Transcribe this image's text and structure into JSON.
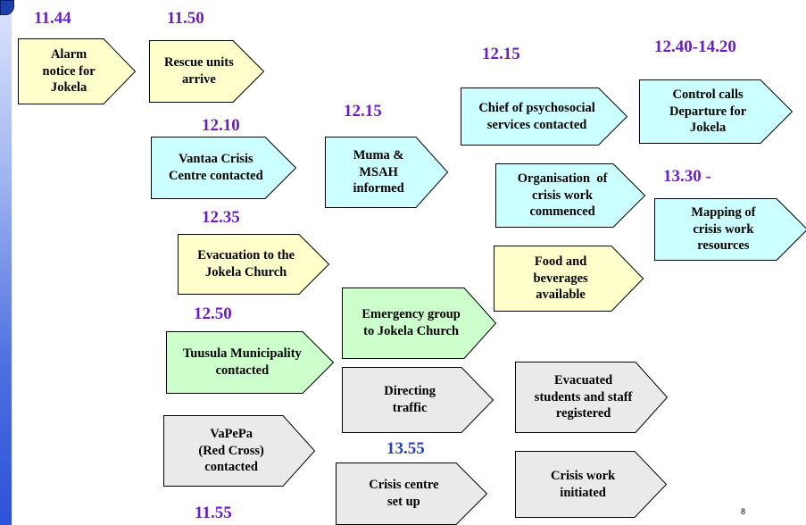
{
  "colors": {
    "yellow": "#ffffcc",
    "cyan": "#ccffff",
    "green": "#ccffcc",
    "grey": "#eaeaea",
    "time_purple": "#6a1fc4",
    "time_blue": "#2c3fb0"
  },
  "logo_icon": "organization-seal-icon",
  "times": {
    "t1144": "11.44",
    "t1150": "11.50",
    "t1210": "12.10",
    "t1215_a": "12.15",
    "t1215_b": "12.15",
    "t1240": "12.40-14.20",
    "t1330": "13.30 -",
    "t1235": "12.35",
    "t1250": "12.50",
    "t1355": "13.55",
    "t1155": "11.55"
  },
  "steps": {
    "alarm": [
      "Alarm",
      "notice for",
      "Jokela"
    ],
    "rescue": [
      "Rescue units",
      "arrive"
    ],
    "vantaa": [
      "Vantaa Crisis",
      "Centre contacted"
    ],
    "muma": [
      "Muma &",
      "MSAH",
      "informed"
    ],
    "chief": [
      "Chief of psychosocial",
      "services contacted"
    ],
    "control": [
      "Control calls",
      "Departure for",
      "Jokela"
    ],
    "organisation": [
      "Organisation  of",
      "crisis work",
      "commenced"
    ],
    "mapping": [
      "Mapping of",
      "crisis work",
      "resources"
    ],
    "evacuation": [
      "Evacuation to the",
      "Jokela Church"
    ],
    "food": [
      "Food and",
      "beverages",
      "available"
    ],
    "emergency": [
      "Emergency group",
      "to Jokela Church"
    ],
    "tuusula": [
      "Tuusula Municipality",
      "contacted"
    ],
    "directing": [
      "Directing",
      "traffic"
    ],
    "evacuated": [
      "Evacuated",
      "students and staff",
      "registered"
    ],
    "vapepa": [
      "VaPePa",
      "(Red Cross)",
      "contacted"
    ],
    "crisis_centre": [
      "Crisis centre",
      "set up"
    ],
    "crisis_work": [
      "Crisis work",
      "initiated"
    ]
  },
  "page_number": "8"
}
